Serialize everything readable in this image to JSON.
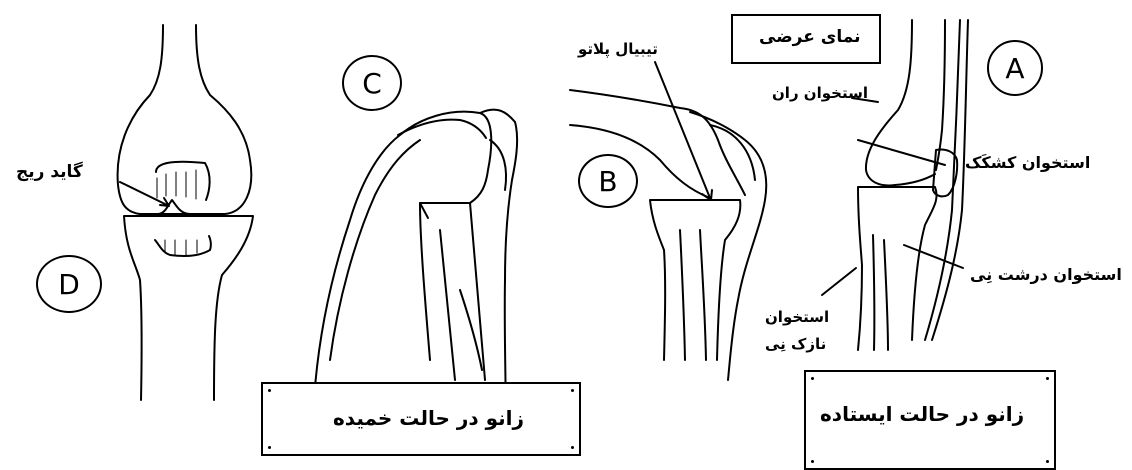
{
  "panels": {
    "A": "A",
    "B": "B",
    "C": "C",
    "D": "D"
  },
  "labels": {
    "cross_view": "نمای عرضی",
    "femur": "استخوان ران",
    "patella": "استخوان کشکَک",
    "tibia": "استخوان درشت نِی",
    "fibula_line1": "استخوان",
    "fibula_line2": "نازک نِی",
    "tibial_plateau": "تیبیال پلاتو",
    "guide_ridge": "گاید ریج",
    "knee_bent": "زانو در حالت خمیده",
    "knee_standing": "زانو در حالت ایستاده"
  },
  "colors": {
    "ink": "#000000",
    "paper": "#ffffff"
  }
}
